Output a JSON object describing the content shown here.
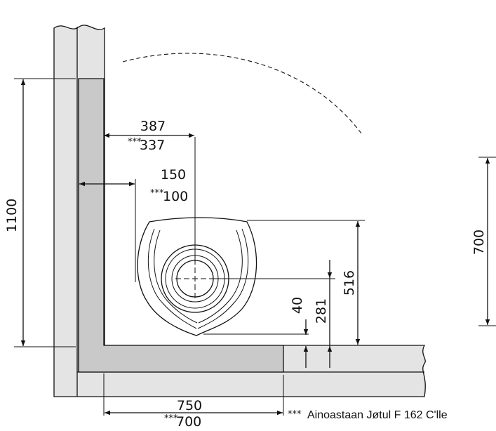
{
  "dimensions": {
    "d1100": "1100",
    "d387": "387",
    "d337": "337",
    "d150": "150",
    "d100": "100",
    "d516": "516",
    "d40": "40",
    "d281": "281",
    "d750": "750",
    "d700_bottom": "700",
    "d700_right": "700",
    "stars": "***"
  },
  "note": {
    "stars": "***",
    "text": "Ainoastaan Jøtul F 162 C'lle"
  }
}
